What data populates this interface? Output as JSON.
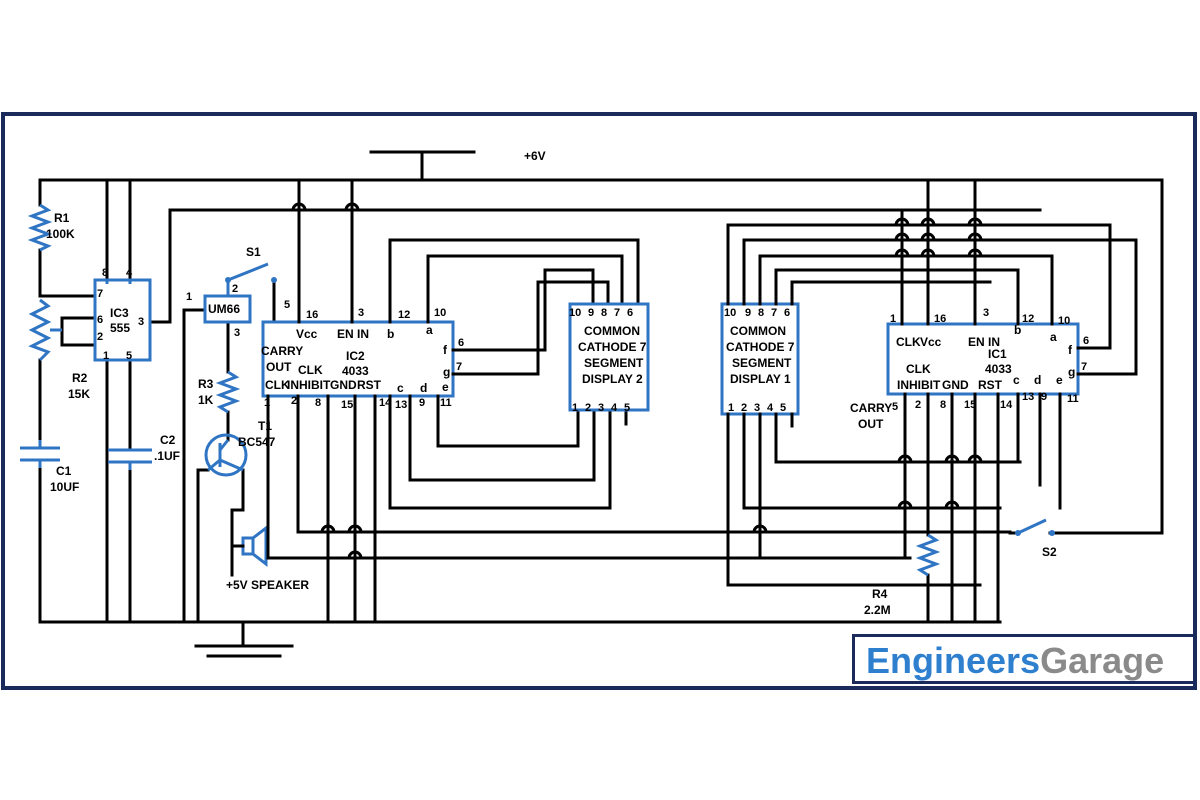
{
  "supply": {
    "label": "+6V"
  },
  "speaker": {
    "label": "+5V  SPEAKER"
  },
  "components": {
    "r1": {
      "name": "R1",
      "value": "100K"
    },
    "r2": {
      "name": "R2",
      "value": "15K"
    },
    "r3": {
      "name": "R3",
      "value": "1K"
    },
    "r4": {
      "name": "R4",
      "value": "2.2M"
    },
    "c1": {
      "name": "C1",
      "value": "10UF"
    },
    "c2": {
      "name": "C2",
      "value": ".1UF"
    },
    "t1": {
      "name": "T1",
      "value": "BC547"
    },
    "s1": {
      "name": "S1"
    },
    "s2": {
      "name": "S2"
    },
    "um66": {
      "name": "UM66",
      "pins": [
        "1",
        "2",
        "3",
        "5"
      ]
    },
    "ic3": {
      "name": "IC3",
      "part": "555",
      "pins": [
        "8",
        "4",
        "7",
        "6",
        "2",
        "3",
        "1",
        "5"
      ]
    },
    "ic2": {
      "name": "IC2",
      "part": "4033",
      "top_pins": [
        "16",
        "3",
        "12",
        "10"
      ],
      "right_pins": [
        "6",
        "7"
      ],
      "bottom_pins": [
        "1",
        "2",
        "8",
        "15",
        "14",
        "13",
        "9",
        "11"
      ],
      "labels": {
        "vcc": "Vcc",
        "enin": "EN IN",
        "b": "b",
        "a": "a",
        "f": "f",
        "g": "g",
        "e": "e",
        "d": "d",
        "c": "c",
        "carry": "CARRY",
        "out": "OUT",
        "clk": "CLK",
        "clk2": "CLK",
        "inhibit": "INHIBIT",
        "gnd": "GND",
        "rst": "RST"
      }
    },
    "ic1": {
      "name": "IC1",
      "part": "4033",
      "top_pins": [
        "1",
        "16",
        "3",
        "12",
        "10"
      ],
      "right_pins": [
        "6",
        "7"
      ],
      "bottom_pins": [
        "5",
        "2",
        "8",
        "15",
        "14",
        "13",
        "9",
        "11"
      ],
      "labels": {
        "clk": "CLK",
        "vcc": "Vcc",
        "enin": "EN IN",
        "b": "b",
        "a": "a",
        "f": "f",
        "g": "g",
        "e": "e",
        "d": "d",
        "c": "c",
        "clk2": "CLK",
        "inhibit": "INHIBIT",
        "gnd": "GND",
        "rst": "RST",
        "carry": "CARRY",
        "out": "OUT"
      }
    },
    "display2": {
      "lines": [
        "COMMON",
        "CATHODE 7",
        "SEGMENT",
        "DISPLAY 2"
      ],
      "top_pins": [
        "10",
        "9",
        "8",
        "7",
        "6"
      ],
      "bottom_pins": [
        "1",
        "2",
        "3",
        "4",
        "5"
      ]
    },
    "display1": {
      "lines": [
        "COMMON",
        "CATHODE 7",
        "SEGMENT",
        "DISPLAY 1"
      ],
      "top_pins": [
        "10",
        "9",
        "8",
        "7",
        "6"
      ],
      "bottom_pins": [
        "1",
        "2",
        "3",
        "4",
        "5"
      ]
    }
  },
  "brand": {
    "part1": "Engineers",
    "part2": "Garage"
  }
}
